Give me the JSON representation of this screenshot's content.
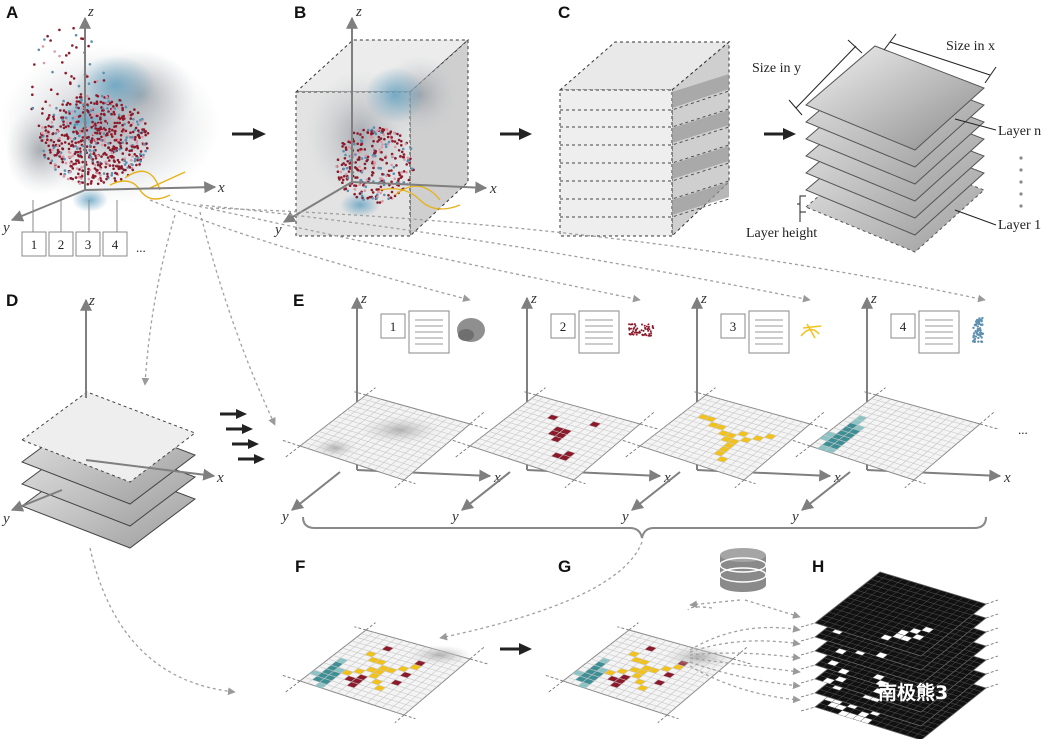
{
  "panels": [
    "A",
    "B",
    "C",
    "D",
    "E",
    "F",
    "G",
    "H"
  ],
  "axes": {
    "x": "x",
    "y": "y",
    "z": "z"
  },
  "panel_a": {
    "numbers": [
      "1",
      "2",
      "3",
      "4"
    ],
    "ellipsis": "..."
  },
  "panel_c": {
    "size_x": "Size in x",
    "size_y": "Size in y",
    "layer_n": "Layer n",
    "layer_1": "Layer 1",
    "layer_height": "Layer height"
  },
  "panel_e": {
    "numbers": [
      "1",
      "2",
      "3",
      "4"
    ],
    "ellipsis": "..."
  },
  "watermark": "南极熊3",
  "colors": {
    "crimson": "#8b1a2b",
    "gold": "#f2c21b",
    "teal": "#3e8f95",
    "steel_blue": "#5d8fb0",
    "grid_line": "#c8c8c8",
    "arrow": "#222222"
  },
  "icons": [
    "database-icon",
    "document-icon",
    "arrow-right-icon"
  ]
}
